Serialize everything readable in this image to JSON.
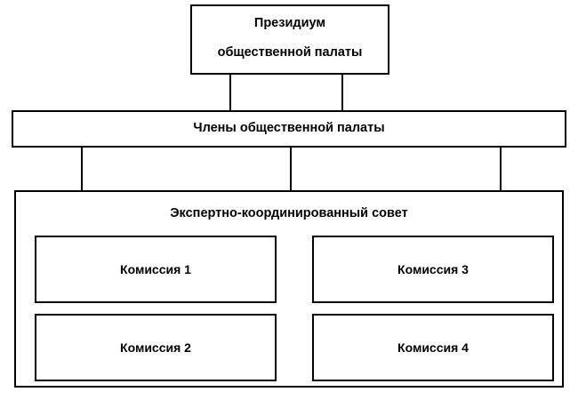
{
  "diagram": {
    "type": "organizational-hierarchy",
    "background_color": "#ffffff",
    "line_color": "#000000",
    "text_color": "#000000",
    "nodes": {
      "presidium": {
        "line1": "Президиум",
        "line2": "общественной палаты"
      },
      "members": {
        "title": "Члены общественной палаты"
      },
      "council": {
        "title": "Экспертно-координированный совет",
        "commissions": [
          {
            "label": "Комиссия 1"
          },
          {
            "label": "Комиссия 2"
          },
          {
            "label": "Комиссия 3"
          },
          {
            "label": "Комиссия 4"
          }
        ]
      }
    }
  }
}
